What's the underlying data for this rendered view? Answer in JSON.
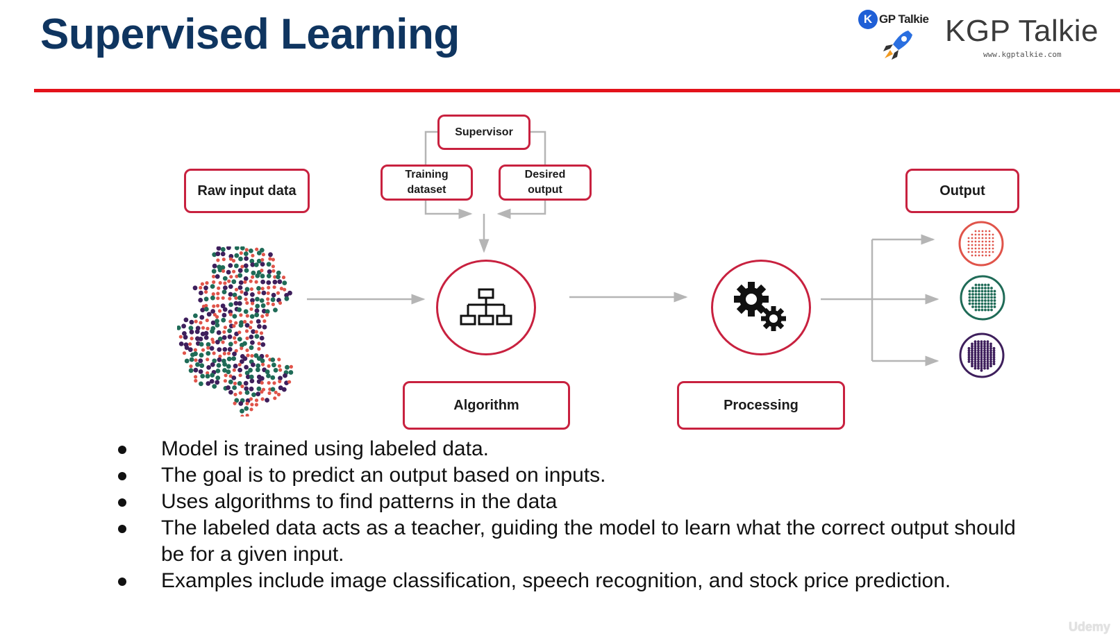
{
  "header": {
    "title": "Supervised Learning",
    "logo": {
      "mini_letter": "K",
      "mini_text": "GP Talkie",
      "brand": "KGP Talkie",
      "url": "www.kgptalkie.com",
      "icon": "rocket-icon"
    }
  },
  "colors": {
    "title": "#0f3560",
    "rule": "#e3121b",
    "box_border": "#c8213f",
    "arrow": "#b5b5b5",
    "class_red": "#e0544a",
    "class_green": "#1f6b57",
    "class_purple": "#3e1f5c"
  },
  "diagram": {
    "raw_input_label": "Raw input data",
    "supervisor_label": "Supervisor",
    "training_dataset_label": "Training dataset",
    "desired_output_label": "Desired output",
    "algorithm_label": "Algorithm",
    "processing_label": "Processing",
    "output_label": "Output",
    "algorithm_icon": "hierarchy-icon",
    "processing_icon": "gears-icon",
    "output_classes": [
      "red-class",
      "green-class",
      "purple-class"
    ]
  },
  "bullets": [
    "Model is trained using labeled data.",
    "The goal is to predict an output based on inputs.",
    "Uses algorithms to find patterns in the data",
    "The labeled data acts as a teacher, guiding the model to learn what the correct output should be for a given input.",
    "Examples include image classification, speech recognition, and stock price prediction."
  ],
  "watermark": "Udemy"
}
